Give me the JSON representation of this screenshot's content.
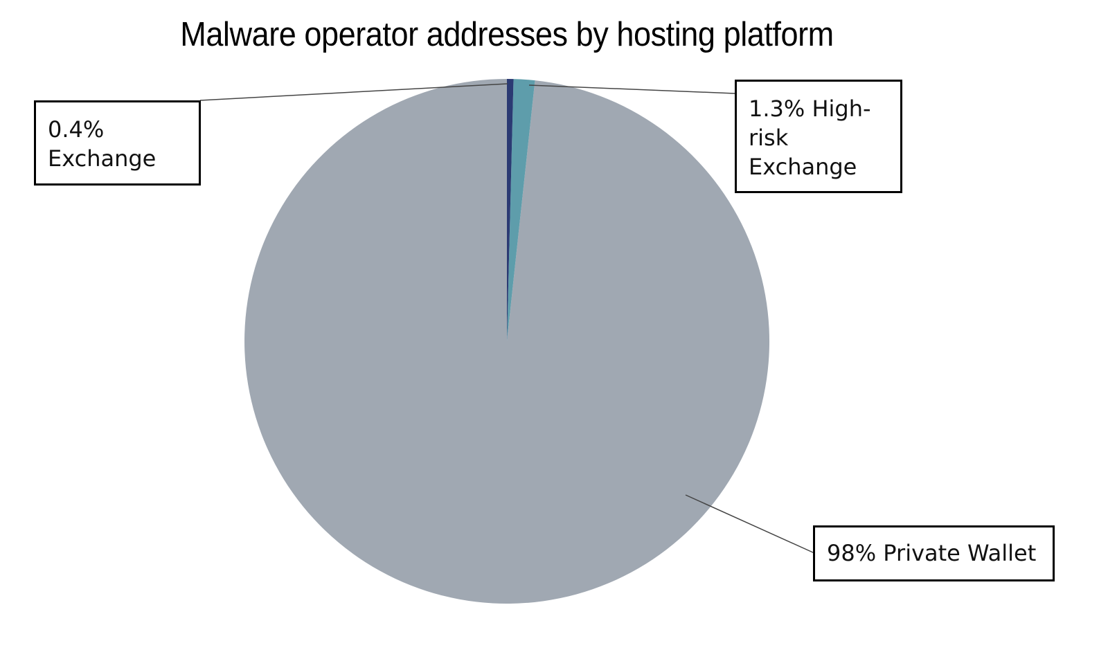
{
  "chart_data": {
    "type": "pie",
    "title": "Malware operator addresses by hosting platform",
    "slices": [
      {
        "label": "Exchange",
        "value": 0.4,
        "display": "0.4% Exchange",
        "color": "#2B3A73"
      },
      {
        "label": "High-risk Exchange",
        "value": 1.3,
        "display": "1.3% High-risk Exchange",
        "color": "#5E9DAB"
      },
      {
        "label": "Private Wallet",
        "value": 98,
        "display": "98% Private Wallet",
        "color": "#A0A8B2"
      }
    ],
    "start_angle_deg": 0,
    "direction": "clockwise",
    "legend": "none (callout labels)"
  },
  "labels": {
    "exchange": {
      "line1": "0.4%",
      "line2": "Exchange"
    },
    "high_risk": {
      "line1": "1.3% High-",
      "line2": "risk",
      "line3": "Exchange"
    },
    "private_wallet": {
      "line1": "98% Private Wallet"
    }
  },
  "colors": {
    "leader_line": "#444444",
    "label_border": "#000000"
  }
}
